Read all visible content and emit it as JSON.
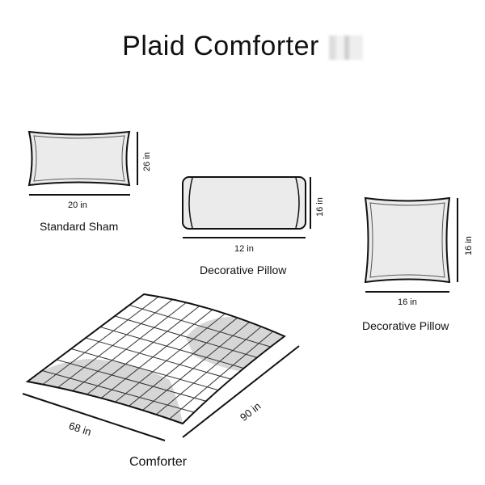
{
  "title": "Plaid Comforter",
  "items": [
    {
      "name": "Standard Sham",
      "width": "20 in",
      "height": "26 in"
    },
    {
      "name": "Decorative Pillow",
      "width": "12 in",
      "height": "16 in"
    },
    {
      "name": "Decorative Pillow",
      "width": "16 in",
      "height": "16 in"
    },
    {
      "name": "Comforter",
      "width": "68 in",
      "length": "90 in"
    }
  ],
  "colors": {
    "ink": "#111111",
    "pillow_fill": "#ebebeb",
    "shade": "#d6d6d6"
  }
}
